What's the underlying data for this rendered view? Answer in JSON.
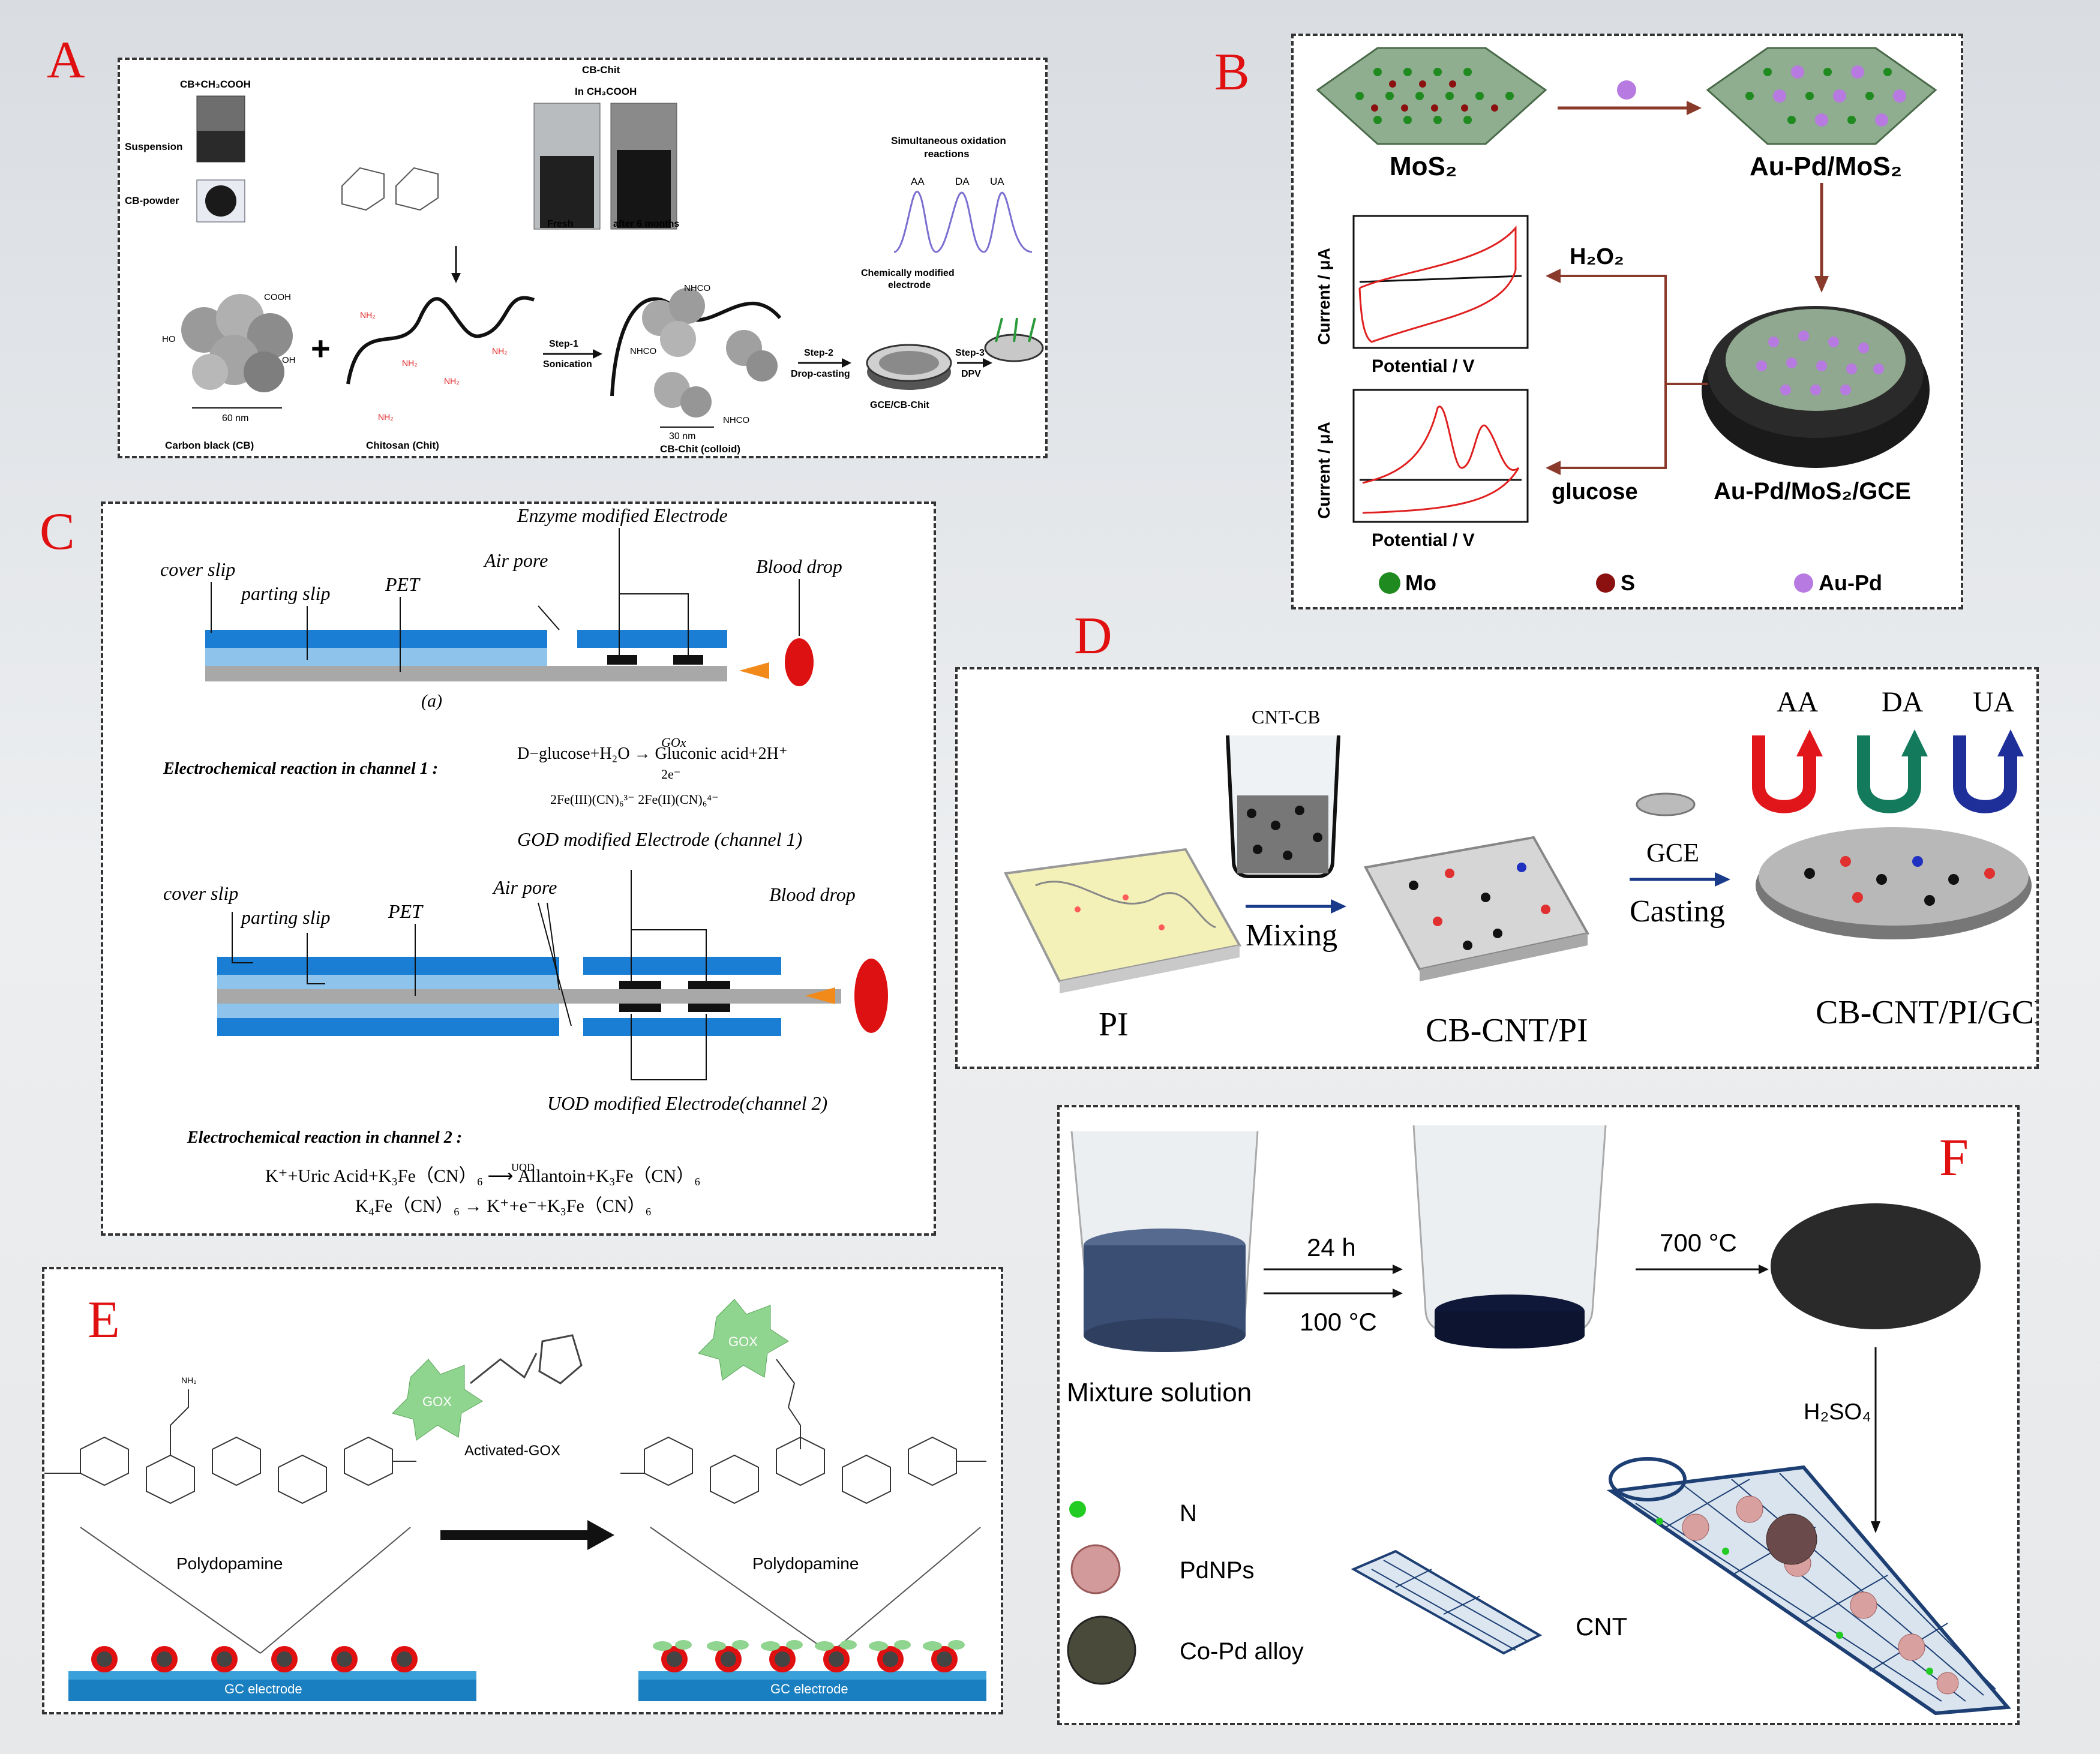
{
  "panelA": {
    "label": "A",
    "cb_acetic": "CB+CH₃COOH",
    "suspension": "Suspension",
    "cb_powder": "CB-powder",
    "cb_chit_title": "CB-Chit",
    "in_acetic": "In CH₃COOH",
    "fresh": "Fresh",
    "after6": "after 6 months",
    "simul_title_1": "Simultaneous oxidation",
    "simul_title_2": "reactions",
    "peaks": [
      "AA",
      "DA",
      "UA"
    ],
    "nhco": "NHCO",
    "cooh": "COOH",
    "oh": "OH",
    "ho": "HO",
    "chem_mod_1": "Chemically modified",
    "chem_mod_2": "electrode",
    "step1": "Step-1",
    "sonication": "Sonication",
    "step2": "Step-2",
    "dropcasting": "Drop-casting",
    "step3": "Step-3",
    "dpv": "DPV",
    "nm60": "60 nm",
    "nm30": "30 nm",
    "gce_chit": "GCE/CB-Chit",
    "cb_caption": "Carbon black (CB)",
    "chit_caption": "Chitosan (Chit)",
    "colloid_caption": "CB-Chit (colloid)"
  },
  "panelB": {
    "label": "B",
    "mos2": "MoS₂",
    "aupd_mos2": "Au-Pd/MoS₂",
    "electrode": "Au-Pd/MoS₂/GCE",
    "h2o2": "H₂O₂",
    "glucose": "glucose",
    "ylabel": "Current / μA",
    "xlabel": "Potential / V",
    "legend": [
      "Mo",
      "S",
      "Au-Pd"
    ],
    "colors": {
      "mo": "#1f8a1f",
      "s": "#8b1010",
      "aupd": "#b77ae0",
      "arrow": "#8a3a2a"
    }
  },
  "panelC": {
    "label": "C",
    "enzyme_electrode": "Enzyme modified Electrode",
    "cover_slip": "cover slip",
    "parting_slip": "parting slip",
    "pet": "PET",
    "air_pore": "Air pore",
    "blood_drop": "Blood drop",
    "sub_a": "(a)",
    "reaction1_title": "Electrochemical reaction in channel 1 :",
    "reaction1_eq": "D−glucose+H₂O → Gluconic acid+2H⁺",
    "reaction1_gox": "GOx",
    "reaction1_e": "2e⁻",
    "reaction1_fe": "2Fe(III)(CN)₆³⁻           2Fe(II)(CN)₆⁴⁻",
    "god_electrode": "GOD modified Electrode (channel 1)",
    "uod_electrode": "UOD modified Electrode(channel 2)",
    "reaction2_title": "Electrochemical reaction in channel 2 :",
    "reaction2_eq1": "K⁺+Uric Acid+K₃Fe（CN）₆ ⟶ Allantoin+K₃Fe（CN）₆",
    "reaction2_uod": "UOD",
    "reaction2_eq2": "K₄Fe（CN）₆ → K⁺+e⁻+K₃Fe（CN）₆"
  },
  "panelD": {
    "label": "D",
    "cnt_cb": "CNT-CB",
    "mixing": "Mixing",
    "gce": "GCE",
    "casting": "Casting",
    "pi": "PI",
    "cb_cnt_pi": "CB-CNT/PI",
    "cb_cnt_pi_gce": "CB-CNT/PI/GCE",
    "analytes": [
      "AA",
      "DA",
      "UA"
    ],
    "colors": {
      "aa": "#e0161a",
      "da": "#137a5c",
      "ua": "#1f2f9a"
    }
  },
  "panelE": {
    "label": "E",
    "gox": "GOX",
    "activated": "Activated-GOX",
    "polydopamine": "Polydopamine",
    "gc_electrode": "GC electrode",
    "nh2": "NH₂"
  },
  "panelF": {
    "label": "F",
    "time": "24 h",
    "temp1": "100 °C",
    "temp2": "700 °C",
    "mixture": "Mixture solution",
    "acid": "H₂SO₄",
    "legend_n": "N",
    "legend_pd": "PdNPs",
    "legend_copd": "Co-Pd alloy",
    "cnt": "CNT"
  }
}
